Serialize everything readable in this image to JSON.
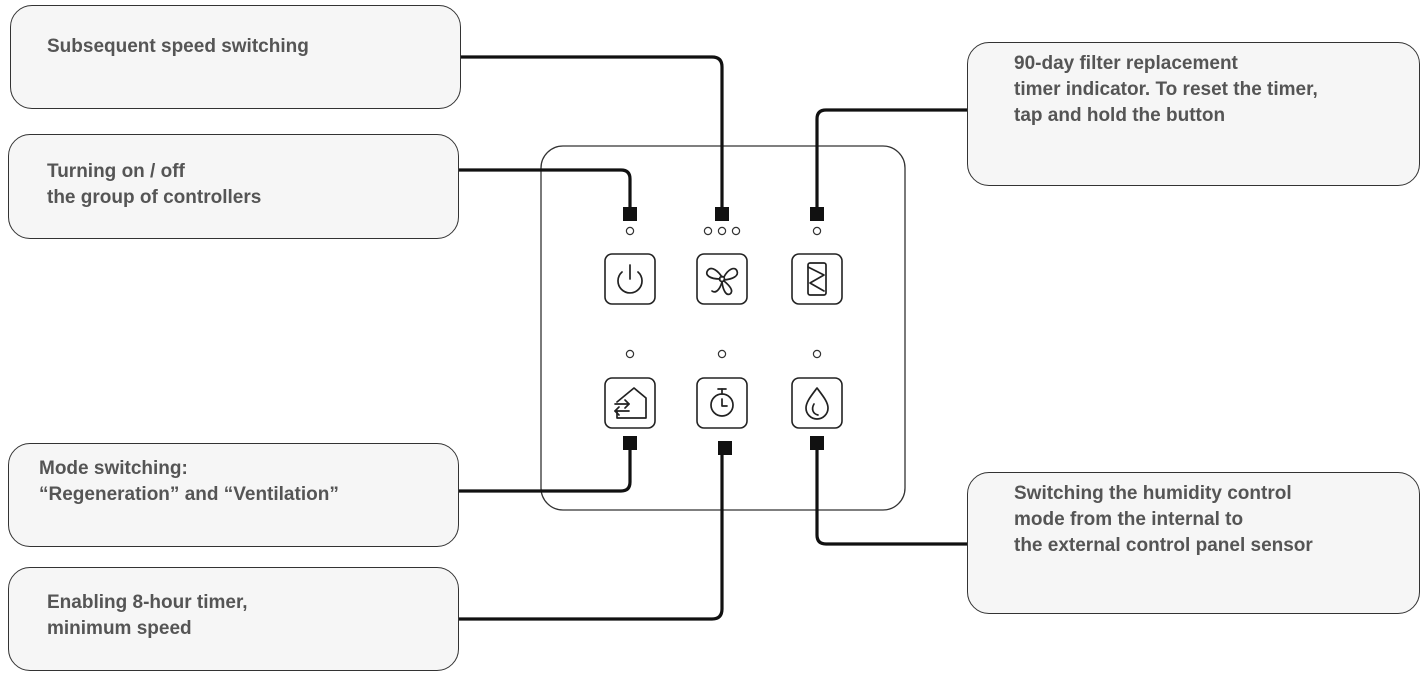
{
  "callouts": {
    "speed": {
      "lines": [
        "Subsequent speed switching"
      ]
    },
    "power": {
      "lines": [
        "Turning on / off",
        "the group of controllers"
      ]
    },
    "mode": {
      "lines": [
        "Mode switching:",
        "“Regeneration” and “Ventilation”"
      ]
    },
    "timer": {
      "lines": [
        "Enabling 8-hour timer,",
        "minimum speed"
      ]
    },
    "filter": {
      "lines": [
        "90-day filter replacement",
        "timer indicator. To reset the timer,",
        "tap and hold the button"
      ]
    },
    "humidity": {
      "lines": [
        "Switching the humidity control",
        "mode from the internal to",
        "the external control panel sensor"
      ]
    }
  },
  "panel": {
    "buttons": [
      {
        "id": "power",
        "icon": "power-icon",
        "indicators": 1
      },
      {
        "id": "speed",
        "icon": "fan-icon",
        "indicators": 3
      },
      {
        "id": "filter",
        "icon": "filter-icon",
        "indicators": 1
      },
      {
        "id": "mode",
        "icon": "house-arrows-icon",
        "indicators": 1
      },
      {
        "id": "timer",
        "icon": "stopwatch-icon",
        "indicators": 1
      },
      {
        "id": "humidity",
        "icon": "water-drop-icon",
        "indicators": 1
      }
    ]
  },
  "colors": {
    "callout_fill": "#f6f6f6",
    "outline": "#333333",
    "text": "#555555",
    "connector": "#111111"
  }
}
